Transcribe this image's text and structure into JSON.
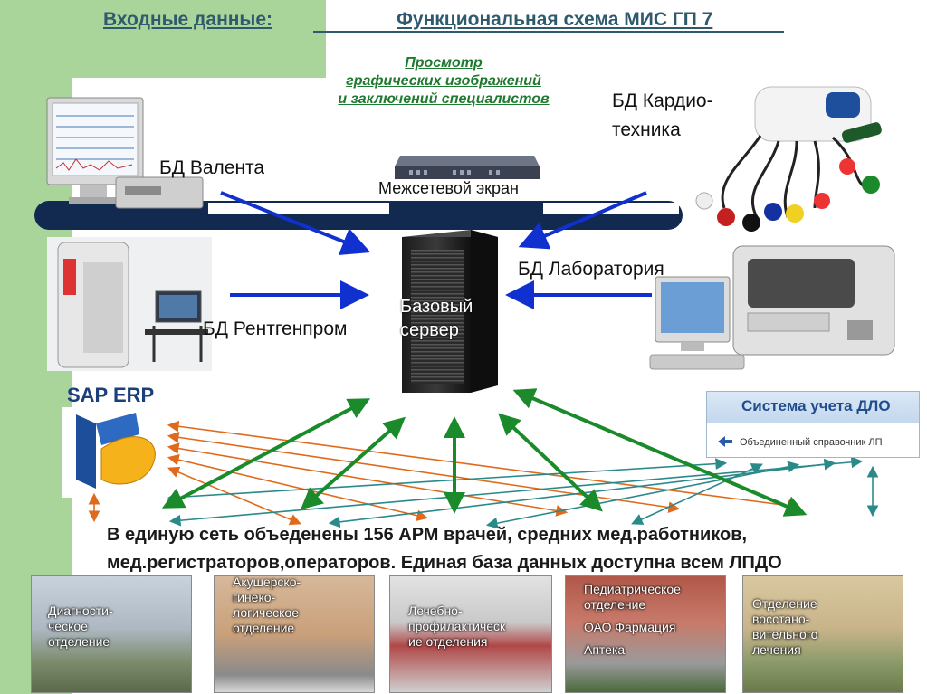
{
  "header": {
    "input_label": "Входные данные:",
    "title": "Функциональная схема МИС ГП 7"
  },
  "view": {
    "line1": "Просмотр",
    "line2": "графических изображений",
    "line3": "и заключений специалистов"
  },
  "nodes": {
    "valenta": "БД Валента",
    "cardio_line1": "БД Кардио-",
    "cardio_line2": "техника",
    "firewall": "Межсетевой экран",
    "laboratory": "БД Лаборатория",
    "rentgen": "БД Рентгенпром",
    "server_line1": "Базовый",
    "server_line2": "сервер",
    "sap": "SAP ERP"
  },
  "dlo": {
    "title": "Система учета ДЛО",
    "subtitle": "Объединенный справочник ЛП"
  },
  "summary": {
    "line1": "В единую сеть объеденены 156 АРМ врачей, средних мед.работников,",
    "line2": "мед.регистраторов,операторов.  Единая база данных доступна всем ЛПДО"
  },
  "departments": [
    {
      "lines": [
        "Диагности-",
        "ческое",
        "отделение"
      ]
    },
    {
      "lines": [
        "Акушерско-",
        "гинеко-",
        "логическое",
        "отделение"
      ]
    },
    {
      "lines": [
        "Лечебно-",
        "профилактическ",
        "ие отделения"
      ]
    },
    {
      "lines": [
        "Педиатрическое",
        "отделение",
        "",
        "ОАО Фармация",
        "",
        "Аптека"
      ]
    },
    {
      "lines": [
        "Отделение",
        "восстано-",
        "вительного",
        "лечения"
      ]
    }
  ],
  "colors": {
    "accent_green": "#1a8a2a",
    "arrow_blue": "#1030d0",
    "arrow_orange": "#e06a1c",
    "arrow_teal": "#2a8a8a",
    "bus_navy": "#122a50",
    "background_green": "#a9d49a"
  }
}
